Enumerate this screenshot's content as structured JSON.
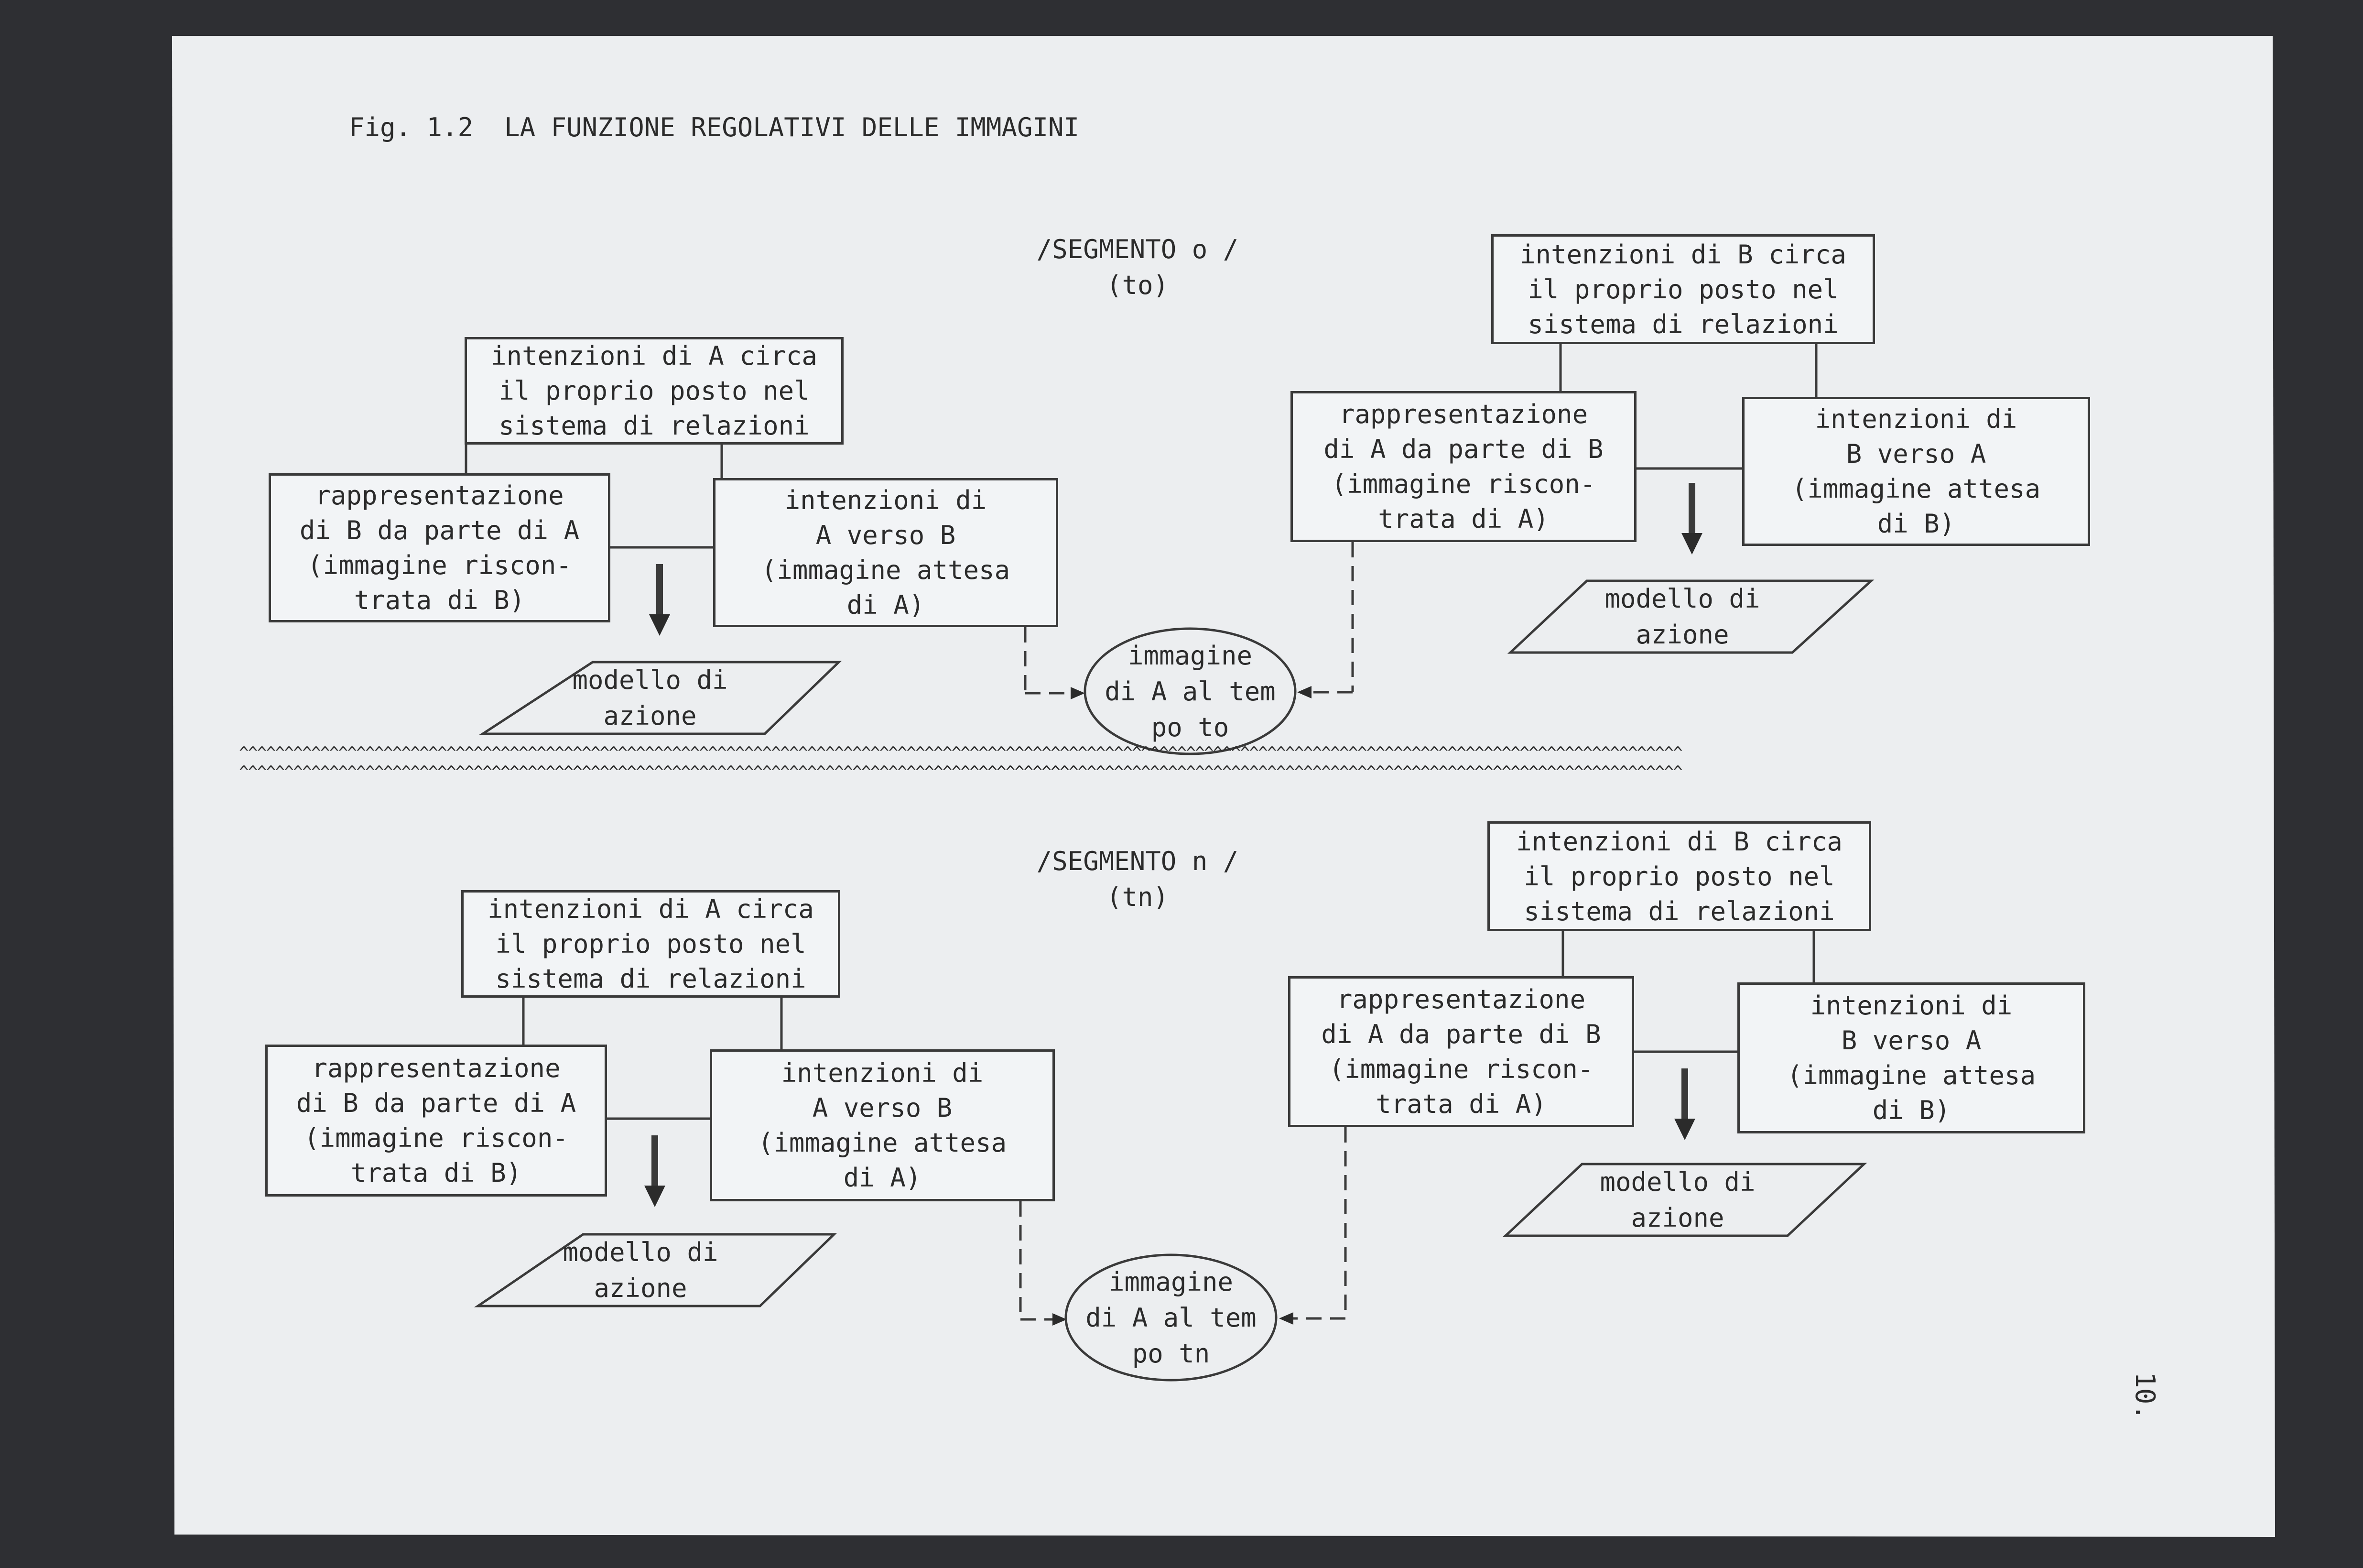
{
  "figure_title": "Fig. 1.2  LA FUNZIONE REGOLATIVI DELLE IMMAGINI",
  "page_number": "10.",
  "segments": [
    {
      "label": "/SEGMENTO o /",
      "time": "(to)",
      "a_intentions": [
        "intenzioni di A circa",
        "il proprio posto nel",
        "sistema di relazioni"
      ],
      "a_representation": [
        "rappresentazione",
        "di B da parte di A",
        "(immagine riscon-",
        "trata di B)"
      ],
      "a_toward": [
        "intenzioni di",
        "A verso B",
        "(immagine attesa",
        "di A)"
      ],
      "a_model": [
        "modello di",
        "azione"
      ],
      "image": [
        "immagine",
        "di A al tem",
        "po to"
      ],
      "b_intentions": [
        "intenzioni di B circa",
        "il proprio posto nel",
        "sistema di relazioni"
      ],
      "b_representation": [
        "rappresentazione",
        "di A da parte di B",
        "(immagine riscon-",
        "trata di A)"
      ],
      "b_toward": [
        "intenzioni di",
        "B verso A",
        "(immagine attesa",
        "di B)"
      ],
      "b_model": [
        "modello di",
        "azione"
      ]
    },
    {
      "label": "/SEGMENTO n /",
      "time": "(tn)",
      "a_intentions": [
        "intenzioni di A circa",
        "il proprio posto nel",
        "sistema di relazioni"
      ],
      "a_representation": [
        "rappresentazione",
        "di B da parte di A",
        "(immagine riscon-",
        "trata di B)"
      ],
      "a_toward": [
        "intenzioni di",
        "A verso B",
        "(immagine attesa",
        "di A)"
      ],
      "a_model": [
        "modello di",
        "azione"
      ],
      "image": [
        "immagine",
        "di A al tem",
        "po tn"
      ],
      "b_intentions": [
        "intenzioni di B circa",
        "il proprio posto nel",
        "sistema di relazioni"
      ],
      "b_representation": [
        "rappresentazione",
        "di A da parte di B",
        "(immagine riscon-",
        "trata di A)"
      ],
      "b_toward": [
        "intenzioni di",
        "B verso A",
        "(immagine attesa",
        "di B)"
      ],
      "b_model": [
        "modello di",
        "azione"
      ]
    }
  ],
  "separator": "^^^^^^^^^^^^^^^^^^^^^^^^^^^^^^^^^^^^^^^^^^^^^^^^^^^^^^^^^^^^^^^^^^^^^^^^^^^^^^^^^^^^^^^^^^^^^^^^^^^^^^^^^^^^^^^^^^^^^^^^^^^^^^^^^^^^^^^^^^^^^^^^^^^^^^^^^^^^^^^^"
}
